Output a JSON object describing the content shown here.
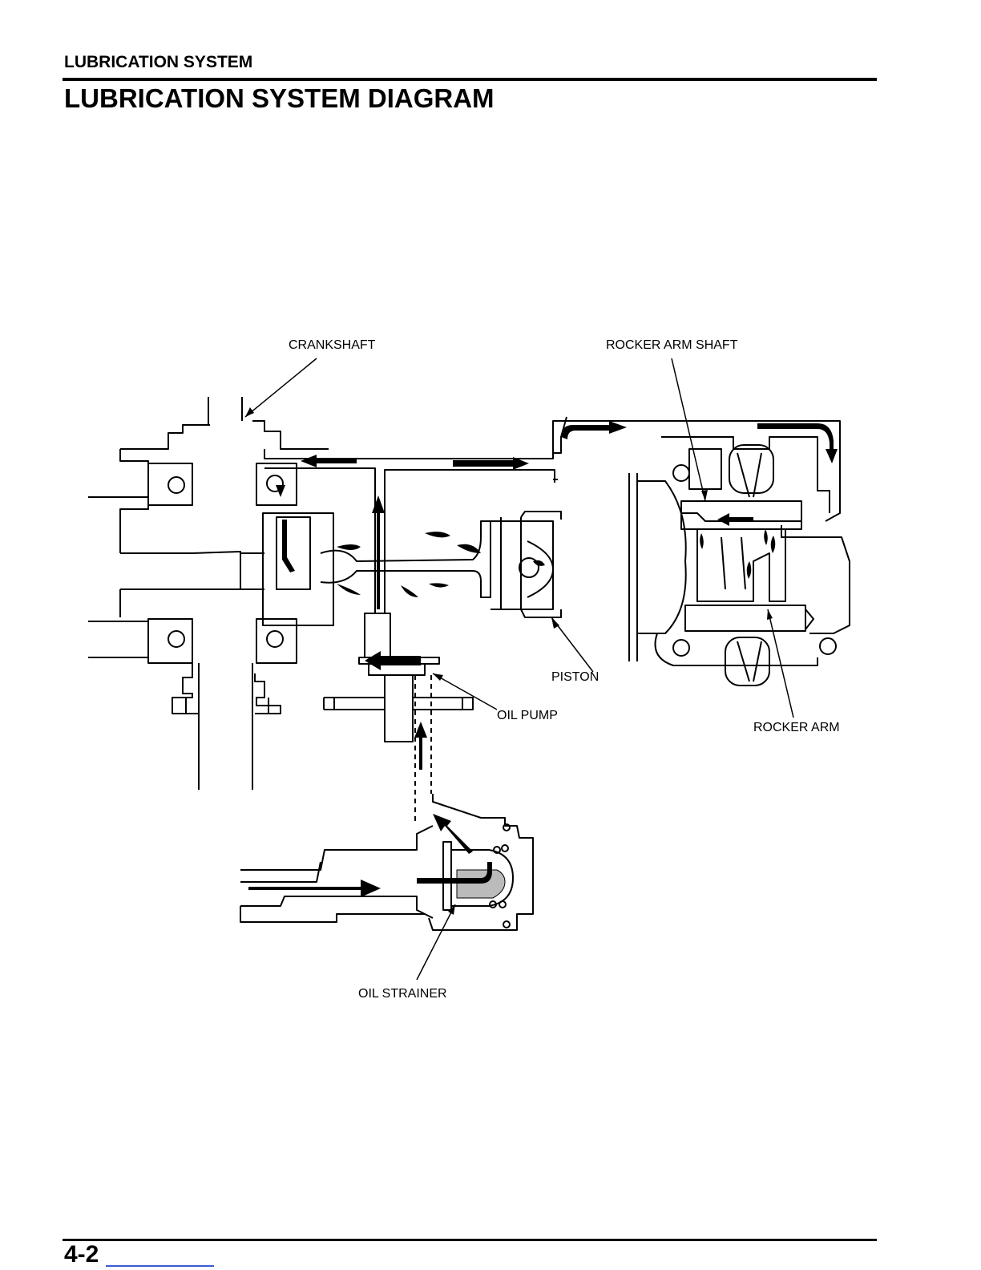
{
  "header": {
    "section": "LUBRICATION SYSTEM",
    "title": "LUBRICATION SYSTEM DIAGRAM"
  },
  "diagram": {
    "labels": {
      "crankshaft": "CRANKSHAFT",
      "rocker_arm_shaft": "ROCKER ARM SHAFT",
      "piston": "PISTON",
      "oil_pump": "OIL PUMP",
      "rocker_arm": "ROCKER ARM",
      "oil_strainer": "OIL STRAINER"
    }
  },
  "footer": {
    "page_number": "4-2"
  }
}
